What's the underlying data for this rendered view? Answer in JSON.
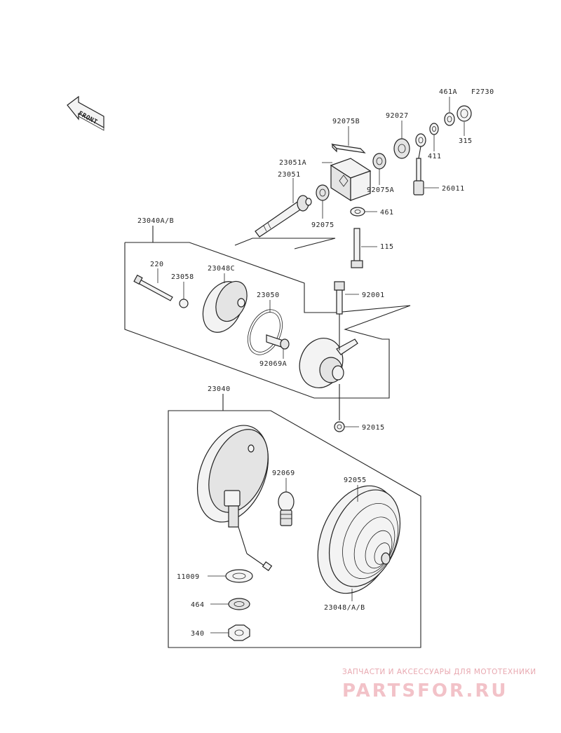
{
  "diagram": {
    "figure_code": "F2730",
    "front_arrow": "FRONT",
    "labels": {
      "p461a": "461A",
      "p315": "315",
      "p92075b": "92075B",
      "p92027": "92027",
      "p411": "411",
      "p23051a": "23051A",
      "p92075a": "92075A",
      "p26011": "26011",
      "p23051": "23051",
      "p461": "461",
      "p92075": "92075",
      "p115": "115",
      "p23040ab": "23040A/B",
      "p220": "220",
      "p23058": "23058",
      "p23048c": "23048C",
      "p23050": "23050",
      "p92001": "92001",
      "p92069a": "92069A",
      "p92015": "92015",
      "p23040": "23040",
      "p92069": "92069",
      "p92055": "92055",
      "p11009": "11009",
      "p464": "464",
      "p23048ab": "23048/A/B",
      "p340": "340"
    }
  },
  "watermark": {
    "tagline": "ЗАПЧАСТИ И АКСЕССУАРЫ ДЛЯ МОТОТЕХНИКИ",
    "brand": "PARTSFOR.RU"
  }
}
